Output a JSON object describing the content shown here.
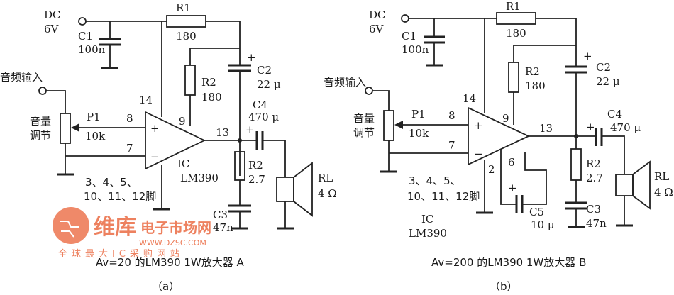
{
  "circuit_a": {
    "dc_label": "DC",
    "dc_voltage": "6V",
    "r1_name": "R1",
    "r1_value": "180",
    "c1_name": "C1",
    "c1_value": "100n",
    "r2_name": "R2",
    "r2_value": "180",
    "c2_name": "C2",
    "c2_value": "22 μ",
    "c4_name": "C4",
    "c4_value": "470 μ",
    "audio_input": "音频输入",
    "volume_1": "音量",
    "volume_2": "调节",
    "p1_name": "P1",
    "p1_value": "10k",
    "pin_14": "14",
    "pin_8": "8",
    "pin_9": "9",
    "pin_7": "7",
    "pin_13": "13",
    "plus": "+",
    "minus": "−",
    "ic_name": "IC",
    "ic_model": "LM390",
    "r2b_name": "R2",
    "r2b_value": "2.7",
    "c3_name": "C3",
    "c3_value": "47n",
    "rl_name": "RL",
    "rl_value": "4 Ω",
    "ground_pins_1": "3、4、5、",
    "ground_pins_2": "10、11、12脚",
    "caption": "Av=20 的LM390  1W放大器  A",
    "sub": "（a）"
  },
  "circuit_b": {
    "dc_label": "DC",
    "dc_voltage": "6V",
    "r1_name": "R1",
    "r1_value": "180",
    "c1_name": "C1",
    "c1_value": "100n",
    "r2_name": "R2",
    "r2_value": "180",
    "c2_name": "C2",
    "c2_value": "22 μ",
    "c4_name": "C4",
    "c4_value": "470 μ",
    "audio_input": "音频输入",
    "volume_1": "音量",
    "volume_2": "调节",
    "p1_name": "P1",
    "p1_value": "10k",
    "pin_14": "14",
    "pin_8": "8",
    "pin_9": "9",
    "pin_7": "7",
    "pin_13": "13",
    "pin_2": "2",
    "pin_6": "6",
    "plus": "+",
    "minus": "−",
    "ic_name": "IC",
    "ic_model": "LM390",
    "r2b_name": "R2",
    "r2b_value": "2.7",
    "c3_name": "C3",
    "c3_value": "47n",
    "c5_name": "C5",
    "c5_value": "10 μ",
    "rl_name": "RL",
    "rl_value": "4 Ω",
    "ground_pins_1": "3、4、5、",
    "ground_pins_2": "10、11、12脚",
    "caption": "Av=200 的LM390  1W放大器  B",
    "sub": "（b）"
  },
  "watermark": {
    "brand": "维库",
    "brand_tail": "电子市场网",
    "url": "WWW.DZSC.COM",
    "slogan": "全球最大IC采购网站"
  },
  "colors": {
    "line": "#222222",
    "watermark": "#e8572a"
  }
}
